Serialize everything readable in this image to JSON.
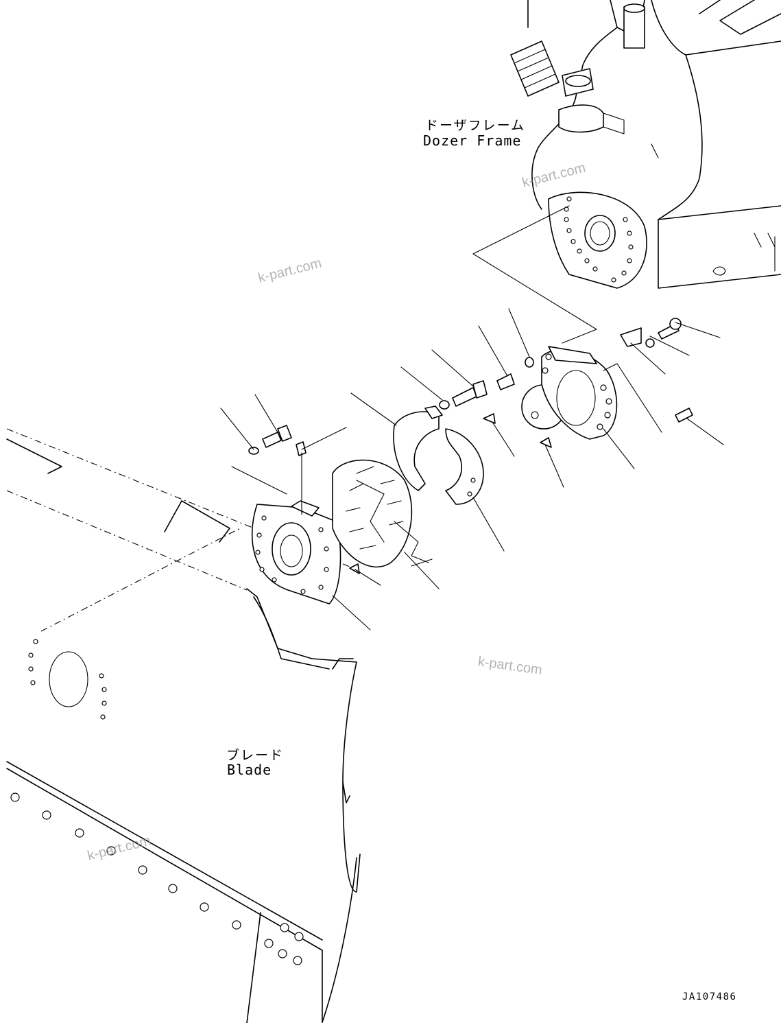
{
  "labels": {
    "dozer_frame_jp": "ドーザフレーム",
    "dozer_frame_en": "Dozer Frame",
    "blade_jp": "ブレード",
    "blade_en": "Blade"
  },
  "watermarks": [
    "k-part.com",
    "k-part.com",
    "k-part.com",
    "k-part.com"
  ],
  "drawing_code": "JA107486"
}
